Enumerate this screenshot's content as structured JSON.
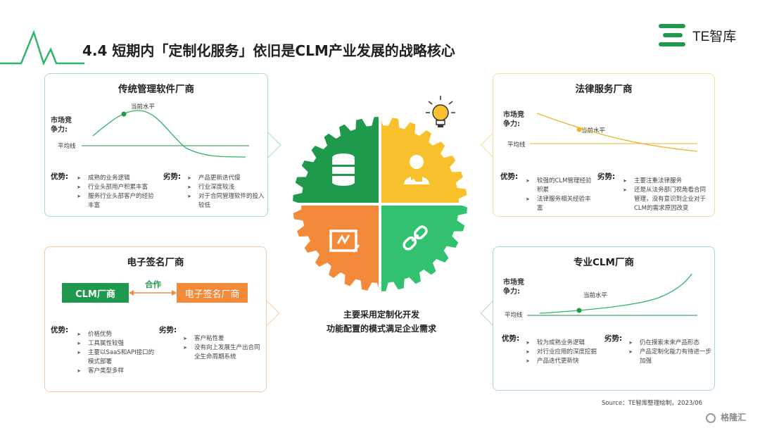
{
  "title": "4.4 短期内「定制化服务」依旧是CLM产业发展的战略核心",
  "logo": {
    "text": "TE智库",
    "icon": "te-logo-icon",
    "color": "#1f9a4c"
  },
  "colors": {
    "green": "#1f9a4c",
    "yellow": "#f8c02b",
    "orange": "#f38a3a",
    "light_green": "#32c26f"
  },
  "center": {
    "lines": [
      "主要采用定制化开发",
      "功能配置的模式满足企业需求"
    ],
    "icons": [
      "database-icon",
      "lawyer-icon",
      "signature-icon",
      "link-icon",
      "lightbulb-icon"
    ]
  },
  "axis": {
    "y_label": "市场竞争力:",
    "avg_label": "平均线",
    "current_label": "当前水平"
  },
  "labels": {
    "pros": "优势:",
    "cons": "劣势:"
  },
  "traditional": {
    "title": "传统管理软件厂商",
    "pros": [
      "成熟的业务逻辑",
      "行业头部用户积累丰富",
      "服务行业头部客户的经验丰富"
    ],
    "cons": [
      "产品更新迭代慢",
      "行业深度较浅",
      "对于合同管理软件的投入较低"
    ]
  },
  "legal": {
    "title": "法律服务厂商",
    "pros": [
      "较强的CLM管理经验积累",
      "法律服务相关经验丰富"
    ],
    "cons": [
      "主要注重法律服务",
      "还是从法务部门视角看合同管理，没有意识到企业对于CLM的需求原因改变"
    ]
  },
  "esign": {
    "title": "电子签名厂商",
    "clm_box": "CLM厂商",
    "coop": "合作",
    "esig_box": "电子签名厂商",
    "pros": [
      "价格优势",
      "工具属性较强",
      "主要以SaaS和API接口的模式部署",
      "客户类型多样"
    ],
    "cons": [
      "客户粘性差",
      "没有向上发展生产出合同全生命周期系统"
    ]
  },
  "clm": {
    "title": "专业CLM厂商",
    "pros": [
      "较为成熟业务逻辑",
      "对行业应用的深度挖掘",
      "产品迭代更新快"
    ],
    "cons": [
      "仍在摸索未来产品形态",
      "产品定制化能力有待进一步加强"
    ]
  },
  "source": "Source：TE智库整理绘制，2023/06",
  "watermark": "格隆汇"
}
